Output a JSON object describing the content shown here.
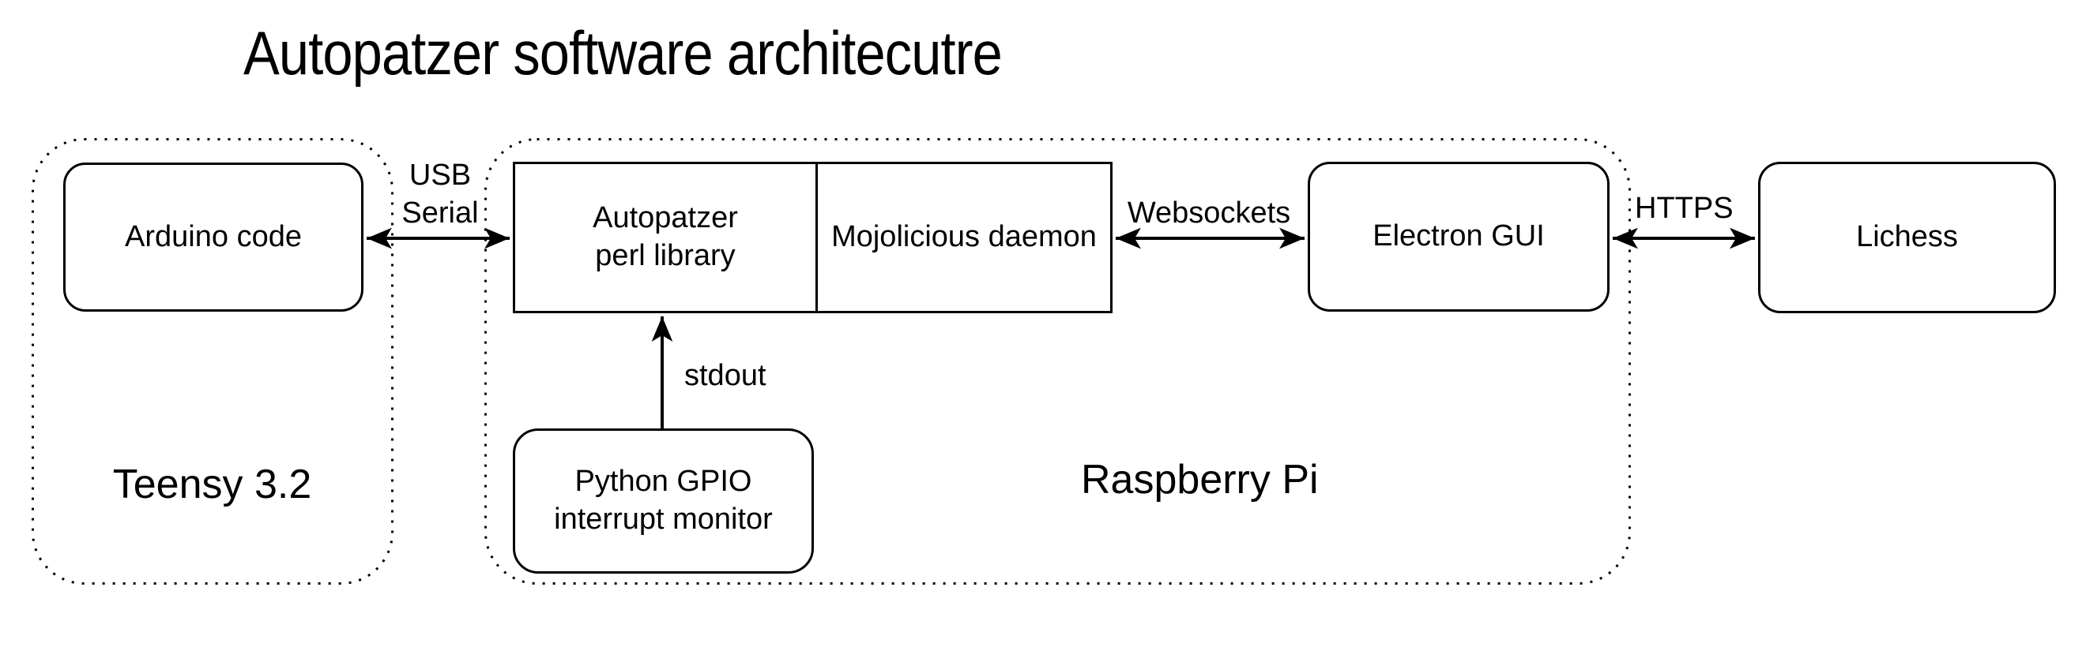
{
  "title": "Autopatzer software architecutre",
  "containers": {
    "teensy": {
      "label": "Teensy 3.2"
    },
    "raspberry_pi": {
      "label": "Raspberry Pi"
    }
  },
  "nodes": {
    "arduino": {
      "label": "Arduino code"
    },
    "autopatzer_perl": {
      "label": "Autopatzer\nperl library"
    },
    "mojolicious": {
      "label": "Mojolicious daemon"
    },
    "electron": {
      "label": "Electron GUI"
    },
    "lichess": {
      "label": "Lichess"
    },
    "gpio_monitor": {
      "label": "Python GPIO\ninterrupt monitor"
    }
  },
  "links": {
    "usb_serial": {
      "label": "USB\nSerial"
    },
    "websockets": {
      "label": "Websockets"
    },
    "https": {
      "label": "HTTPS"
    },
    "stdout": {
      "label": "stdout"
    }
  },
  "colors": {
    "ink": "#000000",
    "background": "#ffffff"
  }
}
